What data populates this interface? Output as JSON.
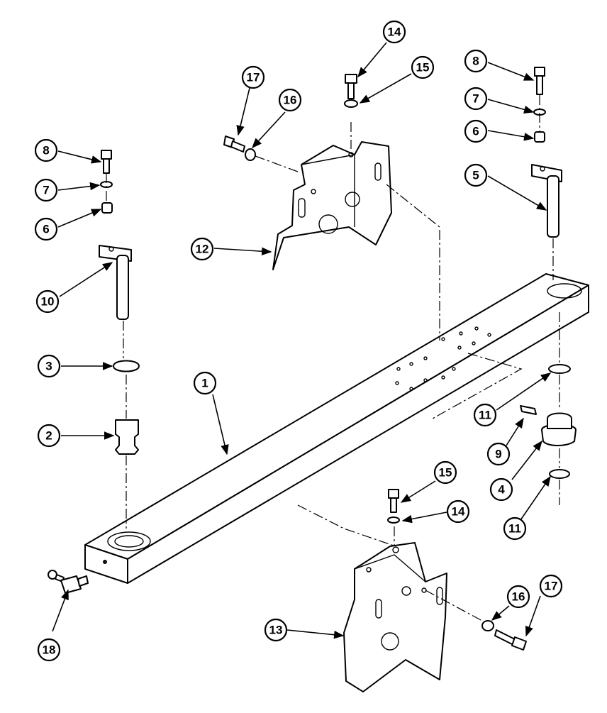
{
  "callouts": {
    "c1": "1",
    "c2": "2",
    "c3": "3",
    "c4": "4",
    "c5": "5",
    "c6a": "6",
    "c6b": "6",
    "c7a": "7",
    "c7b": "7",
    "c8a": "8",
    "c8b": "8",
    "c9": "9",
    "c10": "10",
    "c11a": "11",
    "c11b": "11",
    "c12": "12",
    "c13": "13",
    "c14a": "14",
    "c14b": "14",
    "c15a": "15",
    "c15b": "15",
    "c16a": "16",
    "c16b": "16",
    "c17a": "17",
    "c17b": "17",
    "c18": "18"
  }
}
